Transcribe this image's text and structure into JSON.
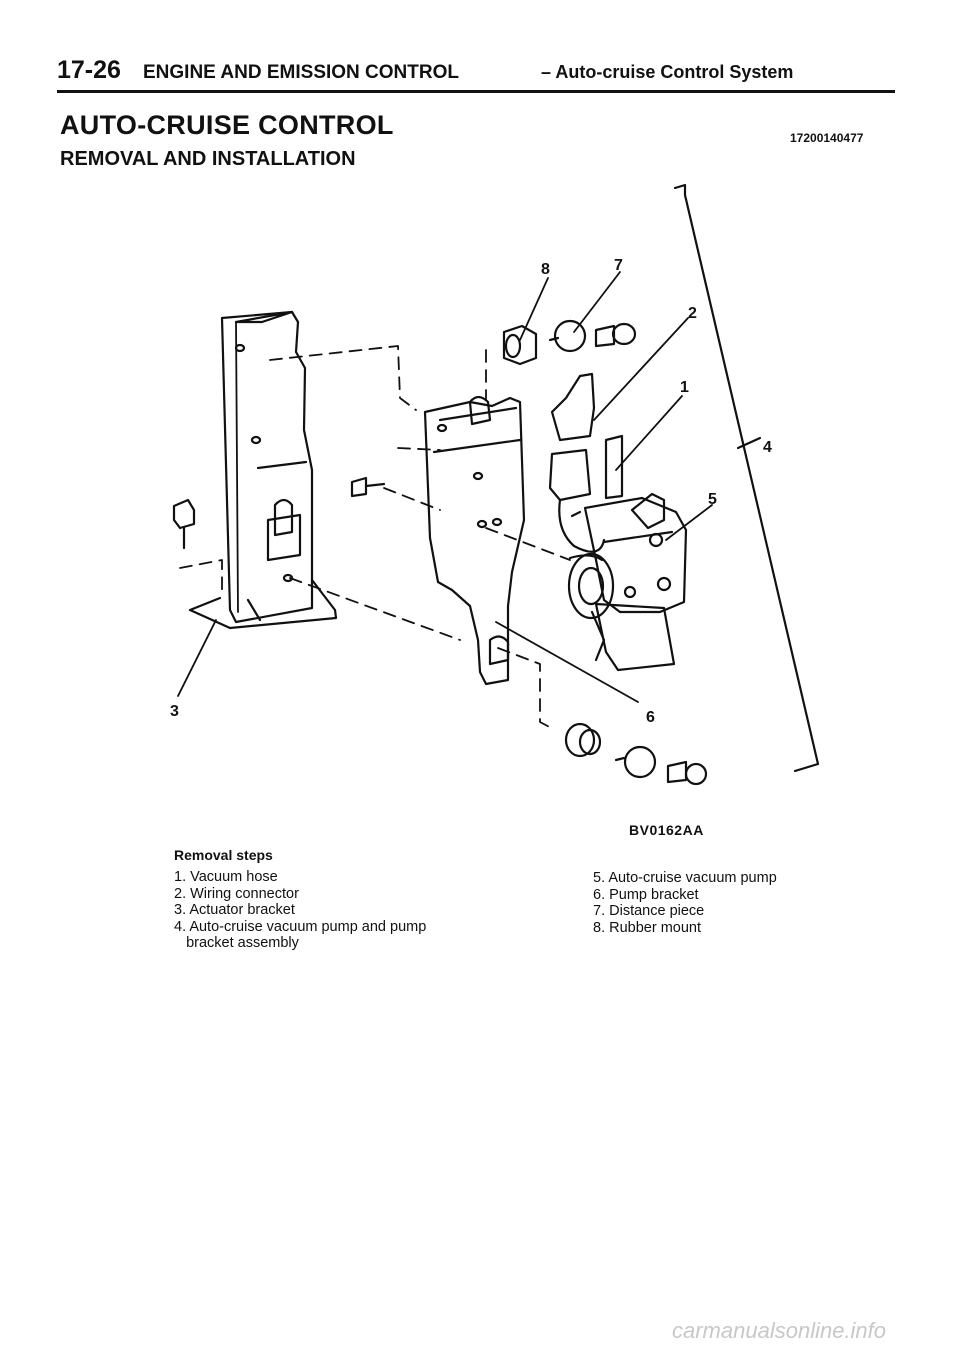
{
  "header": {
    "page_number": "17-26",
    "section": "ENGINE AND EMISSION CONTROL",
    "subsection": "– Auto-cruise Control System"
  },
  "title": "AUTO-CRUISE CONTROL",
  "subtitle": "REMOVAL AND INSTALLATION",
  "doc_id": "17200140477",
  "figure": {
    "code": "BV0162AA",
    "callouts": [
      "8",
      "7",
      "2",
      "1",
      "4",
      "5",
      "3",
      "6"
    ]
  },
  "removal_steps": {
    "heading": "Removal steps",
    "left": [
      "1. Vacuum hose",
      "2. Wiring connector",
      "3. Actuator bracket",
      "4. Auto-cruise vacuum pump and pump",
      "   bracket assembly"
    ],
    "right": [
      "5. Auto-cruise vacuum pump",
      "6. Pump bracket",
      "7. Distance piece",
      "8. Rubber mount"
    ]
  },
  "watermark": "carmanualsonline.info"
}
